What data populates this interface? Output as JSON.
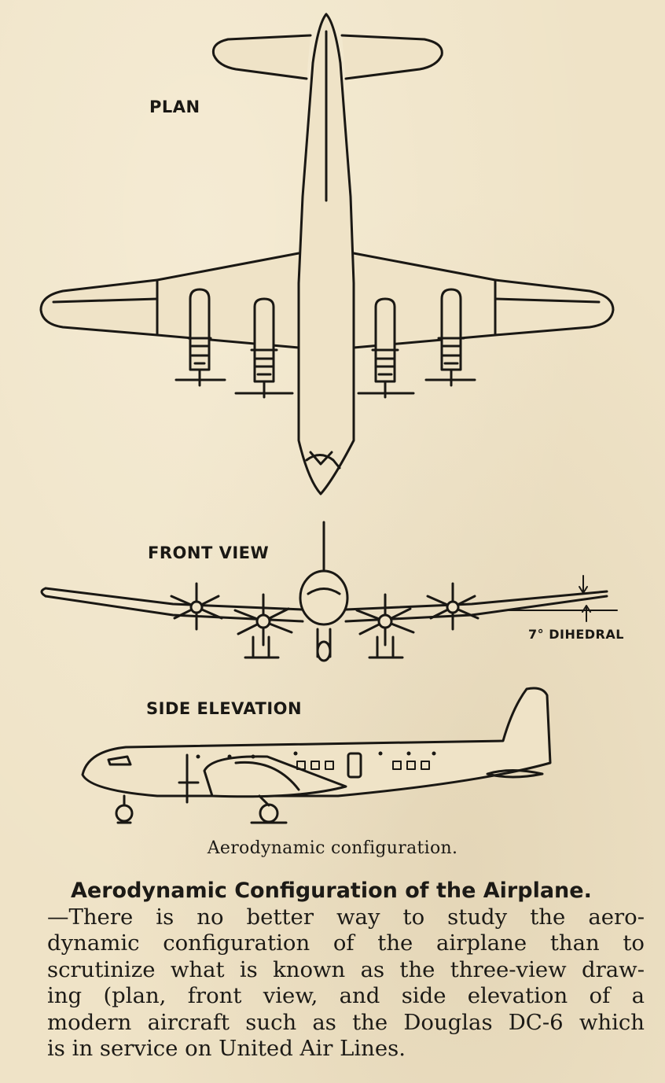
{
  "figure": {
    "labels": {
      "plan": "PLAN",
      "front_view": "FRONT VIEW",
      "side_elevation": "SIDE ELEVATION",
      "dihedral": "7° DIHEDRAL"
    },
    "caption": "Aerodynamic configuration."
  },
  "article": {
    "heading": "Aerodynamic Configuration of the Airplane.",
    "lines": [
      "—There is no better way to study the aero-",
      "dynamic configuration of the airplane than to",
      "scrutinize what is known as the three-view draw-",
      "ing (plan, front view, and side elevation of a",
      "modern aircraft such as the Douglas DC-6 which",
      "is in service on United Air Lines."
    ]
  },
  "colors": {
    "paper": "#efe3c7",
    "ink": "#1a1814"
  }
}
